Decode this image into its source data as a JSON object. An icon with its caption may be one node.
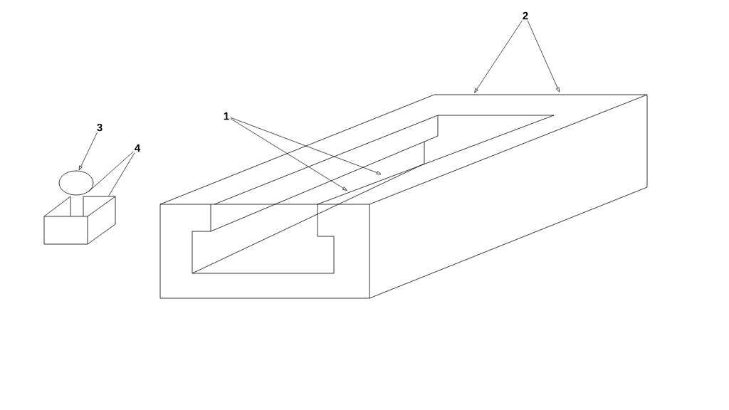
{
  "diagram": {
    "nodes": [
      {
        "text": [
          "1"
        ]
      },
      {
        "text": [
          "2"
        ]
      },
      {
        "text": [
          "3"
        ]
      },
      {
        "text": [
          "4"
        ]
      },
      {
        "text": [],
        "shape": "ellipse"
      },
      {
        "text": [],
        "shape": "box"
      }
    ],
    "edges": [
      {
        "from": 0,
        "to": null,
        "arrow": "to"
      },
      {
        "from": 0,
        "to": null,
        "arrow": "to"
      },
      {
        "from": 1,
        "to": null,
        "arrow": "to"
      },
      {
        "from": 1,
        "to": null,
        "arrow": "to"
      },
      {
        "from": 2,
        "to": 4,
        "arrow": "to"
      },
      {
        "from": 3,
        "to": 4,
        "arrow": "none"
      },
      {
        "from": 3,
        "to": 5,
        "arrow": "none"
      }
    ]
  }
}
